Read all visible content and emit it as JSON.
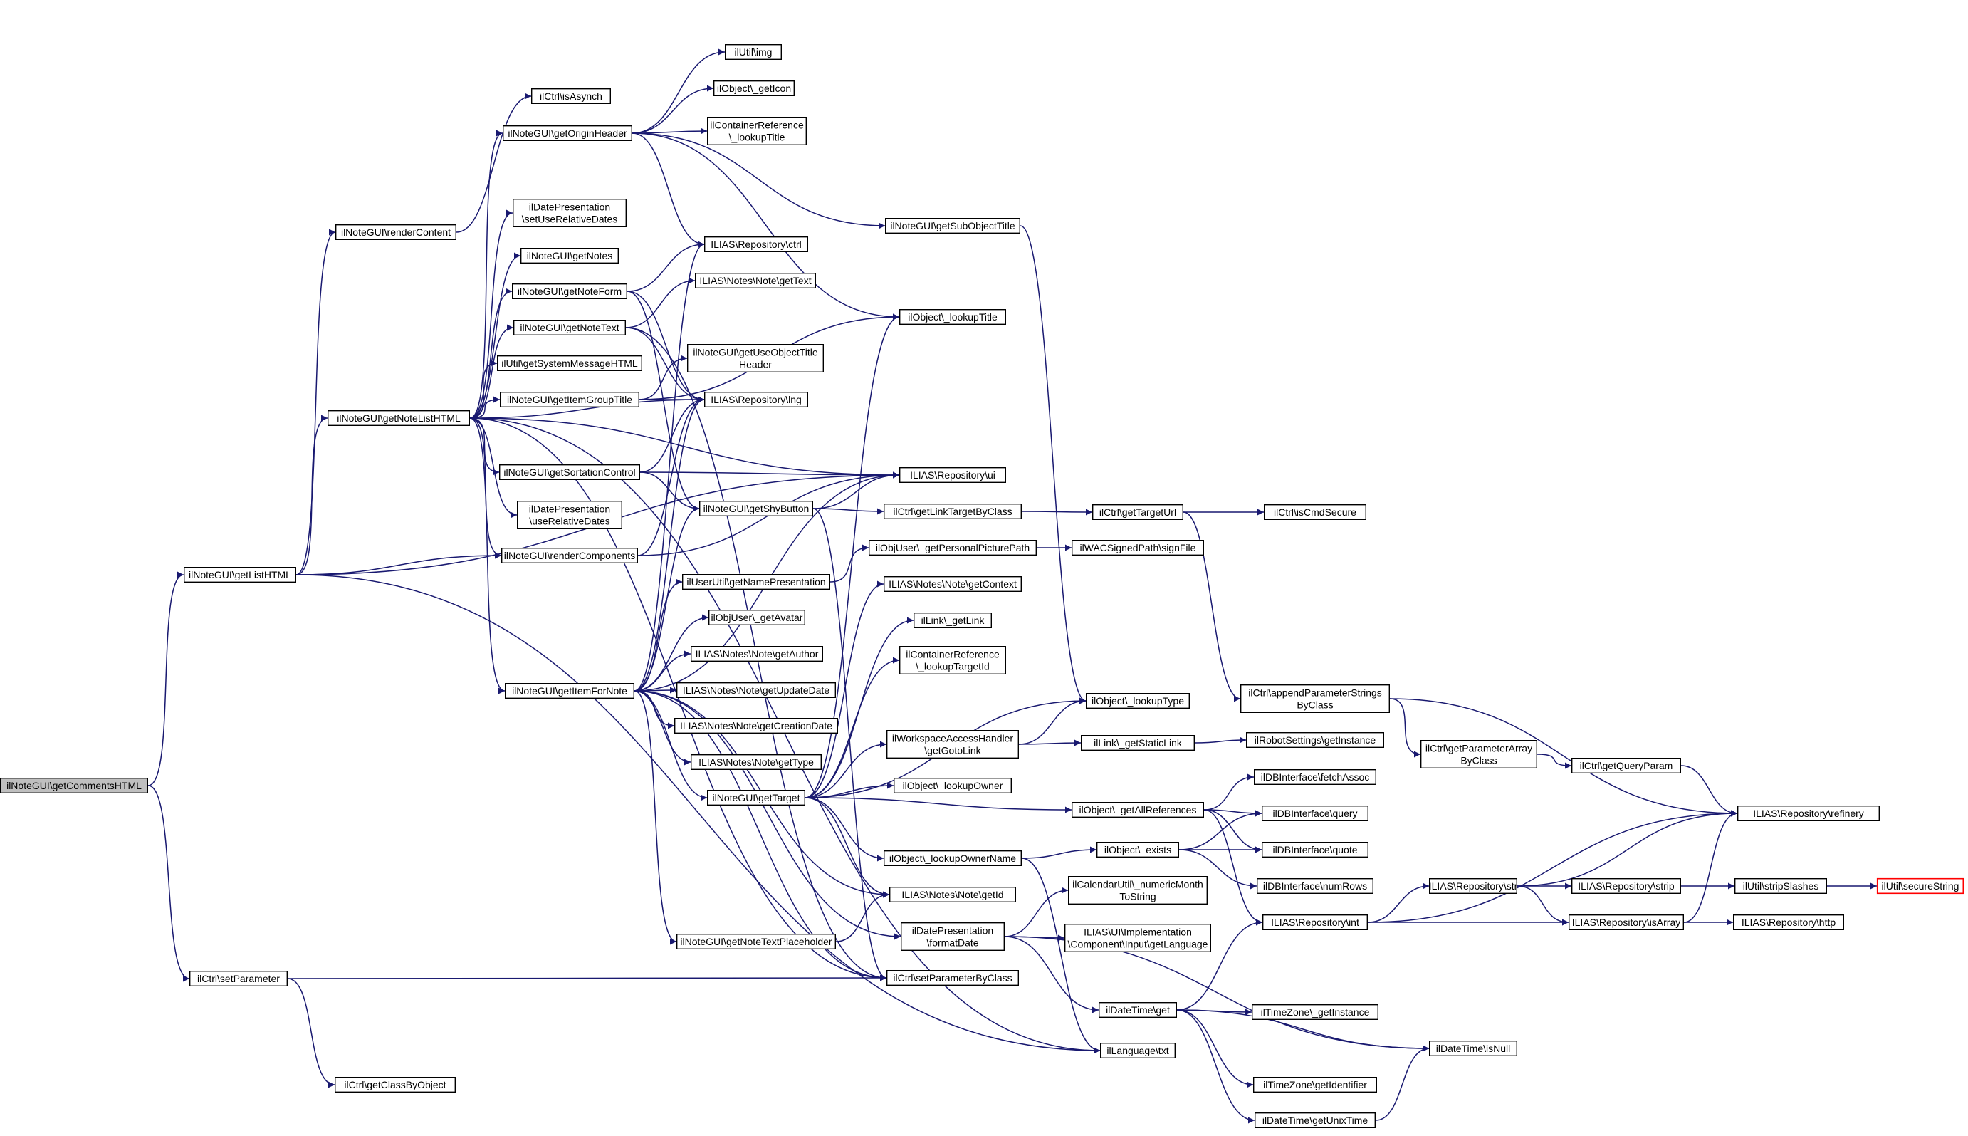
{
  "colors": {
    "edge": "#191970",
    "root_fill": "#bfbfbf",
    "border": "#000000",
    "highlight_border": "#ff0000"
  },
  "nodes": {
    "getCommentsHTML": [
      "ilNoteGUI\\getCommentsHTML"
    ],
    "getListHTML": [
      "ilNoteGUI\\getListHTML"
    ],
    "setParameter": [
      "ilCtrl\\setParameter"
    ],
    "renderContent": [
      "ilNoteGUI\\renderContent"
    ],
    "getNoteListHTML": [
      "ilNoteGUI\\getNoteListHTML"
    ],
    "getClassByObject": [
      "ilCtrl\\getClassByObject"
    ],
    "isAsynch": [
      "ilCtrl\\isAsynch"
    ],
    "getOriginHeader": [
      "ilNoteGUI\\getOriginHeader"
    ],
    "setUseRelativeDates": [
      "ilDatePresentation",
      "\\setUseRelativeDates"
    ],
    "getNotes": [
      "ilNoteGUI\\getNotes"
    ],
    "getNoteForm": [
      "ilNoteGUI\\getNoteForm"
    ],
    "getNoteText": [
      "ilNoteGUI\\getNoteText"
    ],
    "getSystemMessageHTML": [
      "ilUtil\\getSystemMessageHTML"
    ],
    "getItemGroupTitle": [
      "ilNoteGUI\\getItemGroupTitle"
    ],
    "getSortationControl": [
      "ilNoteGUI\\getSortationControl"
    ],
    "useRelativeDates": [
      "ilDatePresentation",
      "\\useRelativeDates"
    ],
    "renderComponents": [
      "ilNoteGUI\\renderComponents"
    ],
    "getItemForNote": [
      "ilNoteGUI\\getItemForNote"
    ],
    "img": [
      "ilUtil\\img"
    ],
    "getIcon": [
      "ilObject\\_getIcon"
    ],
    "crLookupTitle": [
      "ilContainerReference",
      "\\_lookupTitle"
    ],
    "repoCtrl": [
      "ILIAS\\Repository\\ctrl"
    ],
    "noteGetText": [
      "ILIAS\\Notes\\Note\\getText"
    ],
    "getUseObjectTitleHeader": [
      "ilNoteGUI\\getUseObjectTitle",
      "Header"
    ],
    "repoLng": [
      "ILIAS\\Repository\\lng"
    ],
    "getShyButton": [
      "ilNoteGUI\\getShyButton"
    ],
    "getNamePresentation": [
      "ilUserUtil\\getNamePresentation"
    ],
    "getAvatar": [
      "ilObjUser\\_getAvatar"
    ],
    "getAuthor": [
      "ILIAS\\Notes\\Note\\getAuthor"
    ],
    "getUpdateDate": [
      "ILIAS\\Notes\\Note\\getUpdateDate"
    ],
    "getCreationDate": [
      "ILIAS\\Notes\\Note\\getCreationDate"
    ],
    "getType": [
      "ILIAS\\Notes\\Note\\getType"
    ],
    "getTarget": [
      "ilNoteGUI\\getTarget"
    ],
    "getNoteTextPlaceholder": [
      "ilNoteGUI\\getNoteTextPlaceholder"
    ],
    "getSubObjectTitle": [
      "ilNoteGUI\\getSubObjectTitle"
    ],
    "objLookupTitle": [
      "ilObject\\_lookupTitle"
    ],
    "repoUi": [
      "ILIAS\\Repository\\ui"
    ],
    "getLinkTargetByClass": [
      "ilCtrl\\getLinkTargetByClass"
    ],
    "getPersonalPicturePath": [
      "ilObjUser\\_getPersonalPicturePath"
    ],
    "getContext": [
      "ILIAS\\Notes\\Note\\getContext"
    ],
    "getLink": [
      "ilLink\\_getLink"
    ],
    "crLookupTargetId": [
      "ilContainerReference",
      "\\_lookupTargetId"
    ],
    "lookupType": [
      "ilObject\\_lookupType"
    ],
    "getGotoLink": [
      "ilWorkspaceAccessHandler",
      "\\getGotoLink"
    ],
    "lookupOwner": [
      "ilObject\\_lookupOwner"
    ],
    "lookupOwnerName": [
      "ilObject\\_lookupOwnerName"
    ],
    "noteGetId": [
      "ILIAS\\Notes\\Note\\getId"
    ],
    "formatDate": [
      "ilDatePresentation",
      "\\formatDate"
    ],
    "setParameterByClass": [
      "ilCtrl\\setParameterByClass"
    ],
    "lngTxt": [
      "ilLanguage\\txt"
    ],
    "getTargetUrl": [
      "ilCtrl\\getTargetUrl"
    ],
    "signFile": [
      "ilWACSignedPath\\signFile"
    ],
    "getStaticLink": [
      "ilLink\\_getStaticLink"
    ],
    "getAllReferences": [
      "ilObject\\_getAllReferences"
    ],
    "objExists": [
      "ilObject\\_exists"
    ],
    "numericMonth": [
      "ilCalendarUtil\\_numericMonth",
      "ToString"
    ],
    "uiGetLanguage": [
      "ILIAS\\UI\\Implementation",
      "\\Component\\Input\\getLanguage"
    ],
    "dtGet": [
      "ilDateTime\\get"
    ],
    "isCmdSecure": [
      "ilCtrl\\isCmdSecure"
    ],
    "appendParameterStrings": [
      "ilCtrl\\appendParameterStrings",
      "ByClass"
    ],
    "robotGetInstance": [
      "ilRobotSettings\\getInstance"
    ],
    "fetchAssoc": [
      "ilDBInterface\\fetchAssoc"
    ],
    "dbQuery": [
      "ilDBInterface\\query"
    ],
    "dbQuote": [
      "ilDBInterface\\quote"
    ],
    "numRows": [
      "ilDBInterface\\numRows"
    ],
    "repoInt": [
      "ILIAS\\Repository\\int"
    ],
    "tzGetInstance": [
      "ilTimeZone\\_getInstance"
    ],
    "tzGetIdentifier": [
      "ilTimeZone\\getIdentifier"
    ],
    "getUnixTime": [
      "ilDateTime\\getUnixTime"
    ],
    "getParameterArray": [
      "ilCtrl\\getParameterArray",
      "ByClass"
    ],
    "repoStr": [
      "ILIAS\\Repository\\str"
    ],
    "dtIsNull": [
      "ilDateTime\\isNull"
    ],
    "getQueryParam": [
      "ilCtrl\\getQueryParam"
    ],
    "repoStrip": [
      "ILIAS\\Repository\\strip"
    ],
    "repoIsArray": [
      "ILIAS\\Repository\\isArray"
    ],
    "refinery": [
      "ILIAS\\Repository\\refinery"
    ],
    "stripSlashes": [
      "ilUtil\\stripSlashes"
    ],
    "repoHttp": [
      "ILIAS\\Repository\\http"
    ],
    "secureString": [
      "ilUtil\\secureString"
    ]
  },
  "edges": [
    [
      "getCommentsHTML",
      "getListHTML"
    ],
    [
      "getCommentsHTML",
      "setParameter"
    ],
    [
      "getListHTML",
      "renderContent"
    ],
    [
      "getListHTML",
      "getNoteListHTML"
    ],
    [
      "getListHTML",
      "renderComponents"
    ],
    [
      "getListHTML",
      "repoUi"
    ],
    [
      "getListHTML",
      "lngTxt"
    ],
    [
      "setParameter",
      "getClassByObject"
    ],
    [
      "setParameter",
      "setParameterByClass"
    ],
    [
      "renderContent",
      "isAsynch"
    ],
    [
      "getNoteListHTML",
      "getOriginHeader"
    ],
    [
      "getNoteListHTML",
      "setUseRelativeDates"
    ],
    [
      "getNoteListHTML",
      "getNotes"
    ],
    [
      "getNoteListHTML",
      "getNoteForm"
    ],
    [
      "getNoteListHTML",
      "getNoteText"
    ],
    [
      "getNoteListHTML",
      "getSystemMessageHTML"
    ],
    [
      "getNoteListHTML",
      "getItemGroupTitle"
    ],
    [
      "getNoteListHTML",
      "repoLng"
    ],
    [
      "getNoteListHTML",
      "getSortationControl"
    ],
    [
      "getNoteListHTML",
      "useRelativeDates"
    ],
    [
      "getNoteListHTML",
      "renderComponents"
    ],
    [
      "getNoteListHTML",
      "getItemForNote"
    ],
    [
      "getNoteListHTML",
      "repoUi"
    ],
    [
      "getNoteListHTML",
      "lngTxt"
    ],
    [
      "getNoteListHTML",
      "setParameterByClass"
    ],
    [
      "getOriginHeader",
      "img"
    ],
    [
      "getOriginHeader",
      "getIcon"
    ],
    [
      "getOriginHeader",
      "crLookupTitle"
    ],
    [
      "getOriginHeader",
      "repoCtrl"
    ],
    [
      "getOriginHeader",
      "getSubObjectTitle"
    ],
    [
      "getOriginHeader",
      "objLookupTitle"
    ],
    [
      "getNoteForm",
      "repoCtrl"
    ],
    [
      "getNoteForm",
      "repoLng"
    ],
    [
      "getNoteForm",
      "getShyButton"
    ],
    [
      "getNoteText",
      "noteGetText"
    ],
    [
      "getNoteText",
      "repoLng"
    ],
    [
      "getNoteText",
      "setParameterByClass"
    ],
    [
      "getItemGroupTitle",
      "getUseObjectTitleHeader"
    ],
    [
      "getItemGroupTitle",
      "objLookupTitle"
    ],
    [
      "getItemGroupTitle",
      "repoLng"
    ],
    [
      "getSortationControl",
      "repoLng"
    ],
    [
      "getSortationControl",
      "repoUi"
    ],
    [
      "getSortationControl",
      "getShyButton"
    ],
    [
      "renderComponents",
      "repoUi"
    ],
    [
      "renderComponents",
      "repoLng"
    ],
    [
      "getItemForNote",
      "getShyButton"
    ],
    [
      "getItemForNote",
      "repoCtrl"
    ],
    [
      "getItemForNote",
      "repoLng"
    ],
    [
      "getItemForNote",
      "getNamePresentation"
    ],
    [
      "getItemForNote",
      "getAvatar"
    ],
    [
      "getItemForNote",
      "getAuthor"
    ],
    [
      "getItemForNote",
      "getUpdateDate"
    ],
    [
      "getItemForNote",
      "getCreationDate"
    ],
    [
      "getItemForNote",
      "getType"
    ],
    [
      "getItemForNote",
      "getTarget"
    ],
    [
      "getItemForNote",
      "getNoteTextPlaceholder"
    ],
    [
      "getItemForNote",
      "noteGetId"
    ],
    [
      "getItemForNote",
      "formatDate"
    ],
    [
      "getItemForNote",
      "setParameterByClass"
    ],
    [
      "getItemForNote",
      "repoUi"
    ],
    [
      "getShyButton",
      "repoUi"
    ],
    [
      "getShyButton",
      "getLinkTargetByClass"
    ],
    [
      "getShyButton",
      "setParameterByClass"
    ],
    [
      "getNamePresentation",
      "getPersonalPicturePath"
    ],
    [
      "getTarget",
      "getContext"
    ],
    [
      "getTarget",
      "getLink"
    ],
    [
      "getTarget",
      "crLookupTargetId"
    ],
    [
      "getTarget",
      "lookupType"
    ],
    [
      "getTarget",
      "getGotoLink"
    ],
    [
      "getTarget",
      "lookupOwner"
    ],
    [
      "getTarget",
      "getAllReferences"
    ],
    [
      "getTarget",
      "lookupOwnerName"
    ],
    [
      "getTarget",
      "noteGetId"
    ],
    [
      "getTarget",
      "objLookupTitle"
    ],
    [
      "getNoteTextPlaceholder",
      "noteGetId"
    ],
    [
      "getSubObjectTitle",
      "lookupType"
    ],
    [
      "getLinkTargetByClass",
      "getTargetUrl"
    ],
    [
      "getPersonalPicturePath",
      "signFile"
    ],
    [
      "getGotoLink",
      "lookupType"
    ],
    [
      "getGotoLink",
      "getStaticLink"
    ],
    [
      "lookupOwnerName",
      "objExists"
    ],
    [
      "lookupOwnerName",
      "lngTxt"
    ],
    [
      "formatDate",
      "numericMonth"
    ],
    [
      "formatDate",
      "uiGetLanguage"
    ],
    [
      "formatDate",
      "dtGet"
    ],
    [
      "formatDate",
      "dtIsNull"
    ],
    [
      "getTargetUrl",
      "isCmdSecure"
    ],
    [
      "getTargetUrl",
      "appendParameterStrings"
    ],
    [
      "getStaticLink",
      "robotGetInstance"
    ],
    [
      "getAllReferences",
      "fetchAssoc"
    ],
    [
      "getAllReferences",
      "dbQuery"
    ],
    [
      "getAllReferences",
      "dbQuote"
    ],
    [
      "getAllReferences",
      "repoInt"
    ],
    [
      "objExists",
      "dbQuery"
    ],
    [
      "objExists",
      "dbQuote"
    ],
    [
      "objExists",
      "numRows"
    ],
    [
      "dtGet",
      "repoInt"
    ],
    [
      "dtGet",
      "tzGetInstance"
    ],
    [
      "dtGet",
      "tzGetIdentifier"
    ],
    [
      "dtGet",
      "getUnixTime"
    ],
    [
      "dtGet",
      "dtIsNull"
    ],
    [
      "getUnixTime",
      "dtIsNull"
    ],
    [
      "appendParameterStrings",
      "getParameterArray"
    ],
    [
      "appendParameterStrings",
      "refinery"
    ],
    [
      "getParameterArray",
      "getQueryParam"
    ],
    [
      "getQueryParam",
      "refinery"
    ],
    [
      "repoInt",
      "repoStr"
    ],
    [
      "repoInt",
      "repoIsArray"
    ],
    [
      "repoInt",
      "refinery"
    ],
    [
      "repoStr",
      "repoStrip"
    ],
    [
      "repoStr",
      "repoIsArray"
    ],
    [
      "repoStr",
      "refinery"
    ],
    [
      "repoStrip",
      "stripSlashes"
    ],
    [
      "repoIsArray",
      "repoHttp"
    ],
    [
      "repoIsArray",
      "refinery"
    ],
    [
      "stripSlashes",
      "secureString"
    ]
  ]
}
